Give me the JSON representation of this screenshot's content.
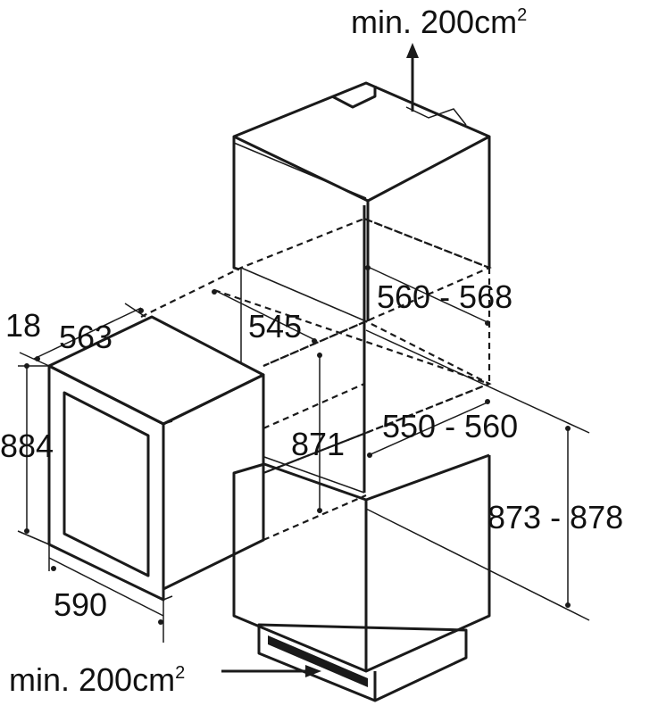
{
  "labels": {
    "vent_top": "min. 200cm",
    "vent_top_sup": "2",
    "vent_bottom": "min. 200cm",
    "vent_bottom_sup": "2",
    "door_thickness": "18",
    "appliance_depth": "563",
    "appliance_height": "884",
    "appliance_width": "590",
    "niche_depth": "545",
    "niche_height": "871",
    "niche_width_top": "560 - 568",
    "niche_width_middle": "550 - 560",
    "cabinet_height": "873 - 878"
  },
  "colors": {
    "line": "#1a1a1a",
    "background": "#ffffff"
  }
}
